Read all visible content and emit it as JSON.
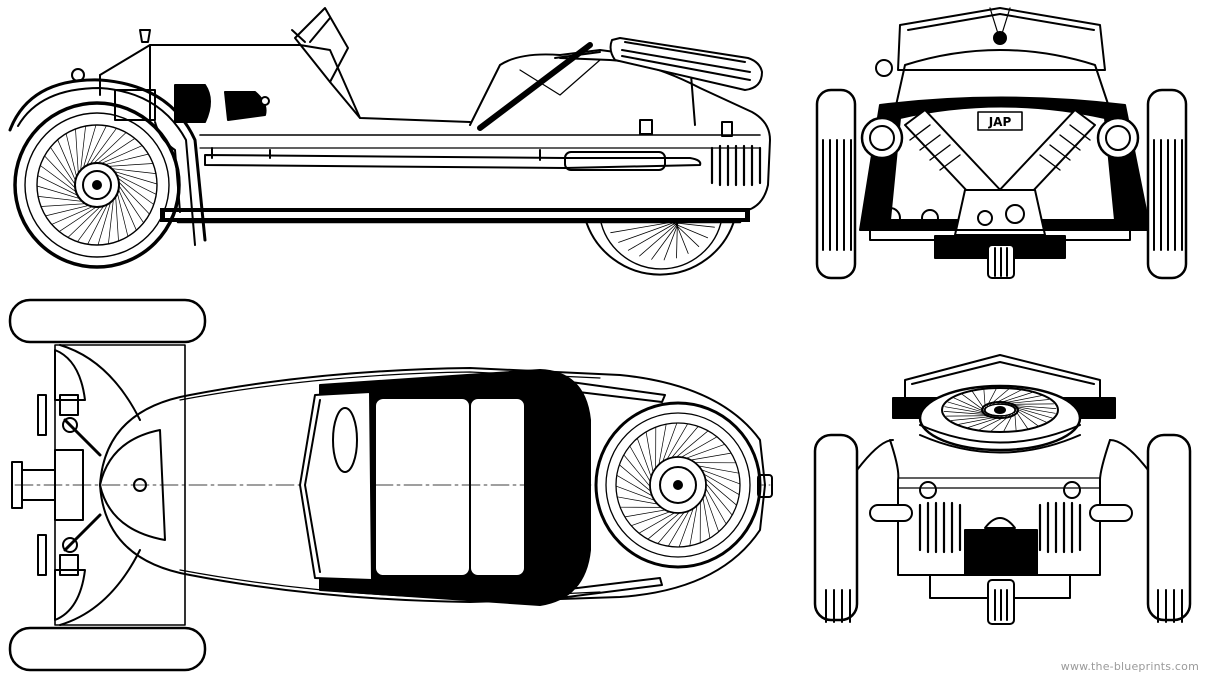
{
  "drawing": {
    "subject": "three-wheeler car blueprint",
    "views": [
      "side",
      "front",
      "top",
      "rear"
    ],
    "engine_badge": "JAP",
    "watermark": "www.the-blueprints.com",
    "line_color": "#000000",
    "background_color": "#ffffff"
  }
}
